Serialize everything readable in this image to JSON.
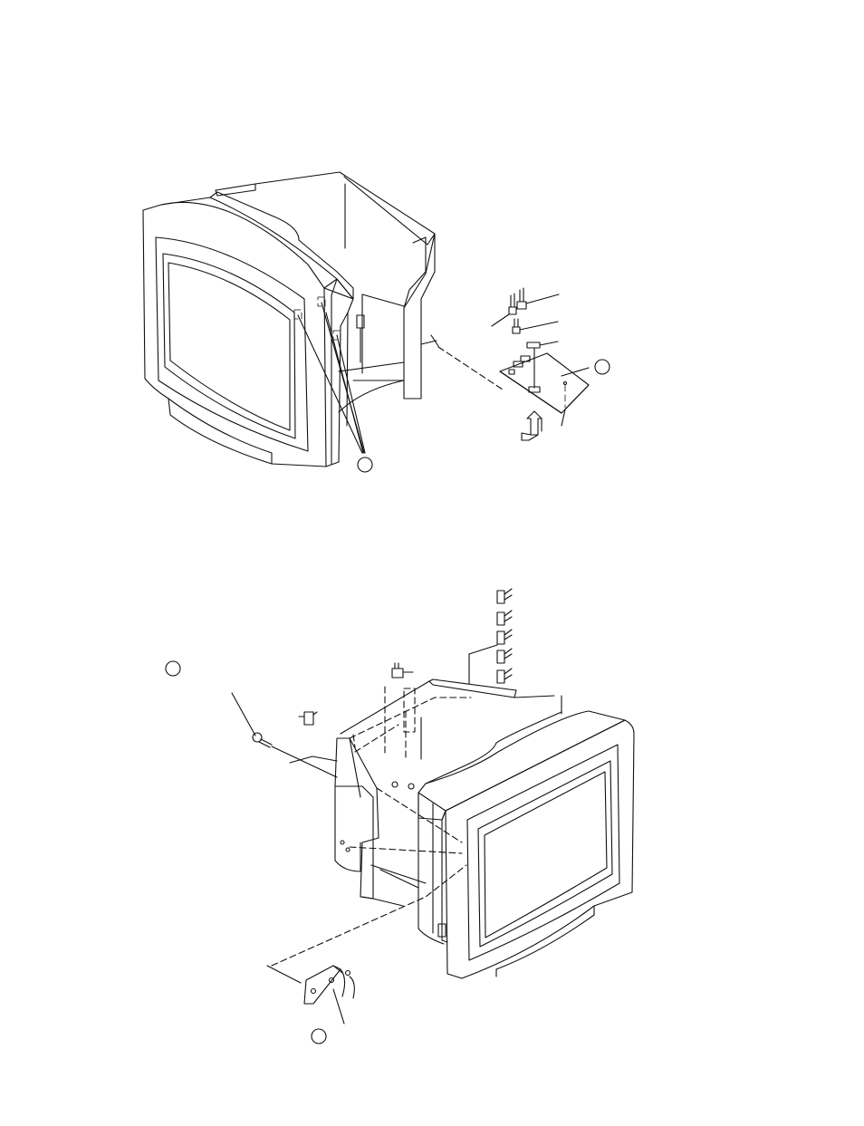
{
  "page": {
    "background": "#ffffff",
    "line_color": "#111111"
  },
  "figures": [
    {
      "name": "figure-top-monitor-board-removal",
      "callouts": [
        {
          "name": "callout-circle-board",
          "label": ""
        },
        {
          "name": "callout-circle-claws",
          "label": ""
        }
      ]
    },
    {
      "name": "figure-bottom-monitor-rear-view",
      "callouts": [
        {
          "name": "callout-circle-screw",
          "label": ""
        },
        {
          "name": "callout-circle-bracket",
          "label": ""
        }
      ]
    }
  ]
}
